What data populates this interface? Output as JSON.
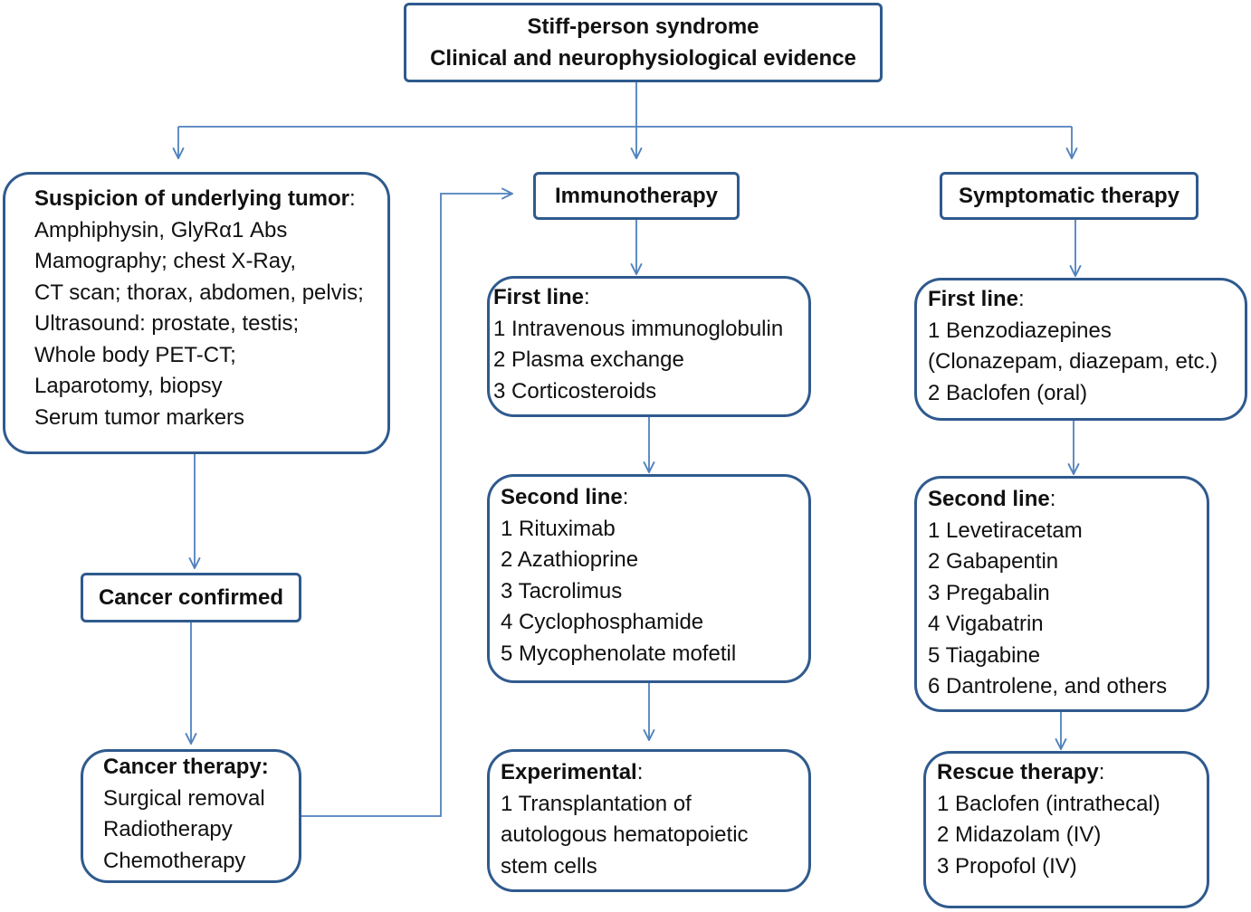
{
  "colors": {
    "border": "#2f5a8e",
    "connector": "#4f81bd",
    "background": "#ffffff"
  },
  "top": {
    "line1": "Stiff-person syndrome",
    "line2": "Clinical and neurophysiological evidence"
  },
  "tumor_box": {
    "heading": "Suspicion of underlying tumor",
    "suffix": ":",
    "items": [
      "Amphiphysin, GlyRα1 Abs",
      "Mamography; chest X-Ray,",
      "CT scan; thorax, abdomen, pelvis;",
      "Ultrasound: prostate, testis;",
      "Whole body PET-CT;",
      "Laparotomy, biopsy",
      "Serum tumor markers"
    ]
  },
  "cancer_confirmed": "Cancer confirmed",
  "cancer_therapy": {
    "heading": "Cancer therapy:",
    "items": [
      "Surgical removal",
      "Radiotherapy",
      "Chemotherapy"
    ]
  },
  "immunotherapy": {
    "title": "Immunotherapy",
    "first_line": {
      "heading": "First line",
      "suffix": ":",
      "items": [
        "1 Intravenous immunoglobulin",
        "2 Plasma exchange",
        "3 Corticosteroids"
      ]
    },
    "second_line": {
      "heading": "Second line",
      "suffix": ":",
      "items": [
        "1 Rituximab",
        "2 Azathioprine",
        "3 Tacrolimus",
        "4 Cyclophosphamide",
        "5 Mycophenolate mofetil"
      ]
    },
    "experimental": {
      "heading": "Experimental",
      "suffix": ":",
      "items": [
        "1 Transplantation of",
        "autologous hematopoietic",
        "stem cells"
      ]
    }
  },
  "symptomatic": {
    "title": "Symptomatic therapy",
    "first_line": {
      "heading": "First line",
      "suffix": ":",
      "items": [
        "1 Benzodiazepines",
        "(Clonazepam, diazepam, etc.)",
        "2 Baclofen (oral)"
      ]
    },
    "second_line": {
      "heading": "Second line",
      "suffix": ":",
      "items": [
        "1 Levetiracetam",
        "2 Gabapentin",
        "3 Pregabalin",
        "4 Vigabatrin",
        "5 Tiagabine",
        "6 Dantrolene, and others"
      ]
    },
    "rescue": {
      "heading": "Rescue therapy",
      "suffix": ":",
      "items": [
        "1 Baclofen (intrathecal)",
        "2 Midazolam (IV)",
        "3 Propofol (IV)"
      ]
    }
  }
}
